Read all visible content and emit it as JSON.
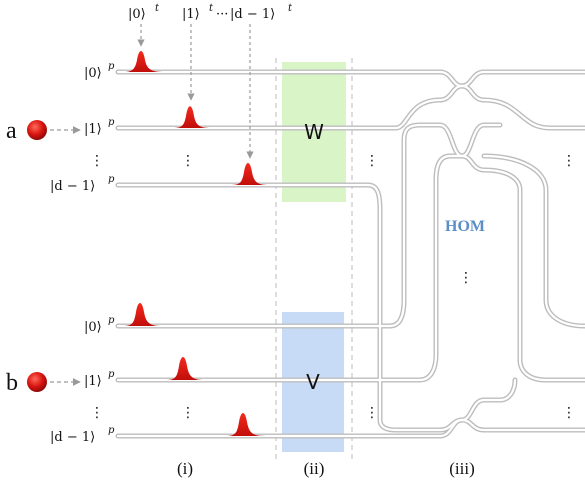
{
  "time_labels": {
    "t0": "|0⟩",
    "t0_sup": "t",
    "t1": "|1⟩",
    "t1_sup": "t",
    "tdots": "···",
    "td": "|d − 1⟩",
    "td_sup": "t"
  },
  "photon_a": {
    "letter": "a",
    "ports": [
      {
        "label": "|0⟩",
        "sup": "p"
      },
      {
        "label": "|1⟩",
        "sup": "p"
      },
      {
        "label": "|d − 1⟩",
        "sup": "p"
      }
    ]
  },
  "photon_b": {
    "letter": "b",
    "ports": [
      {
        "label": "|0⟩",
        "sup": "p"
      },
      {
        "label": "|1⟩",
        "sup": "p"
      },
      {
        "label": "|d − 1⟩",
        "sup": "p"
      }
    ]
  },
  "boxes": {
    "w": "W",
    "v": "V"
  },
  "hom": "HOM",
  "vdots": "⋮",
  "sections": [
    "(i)",
    "(ii)",
    "(iii)"
  ],
  "colors": {
    "photon": "#cc1111",
    "pulse": "#e01010",
    "box_w": "#d9f5c8",
    "box_v": "#c7dbf7",
    "hom": "#5b8ec7",
    "waveguide": "#b5b5b5"
  }
}
